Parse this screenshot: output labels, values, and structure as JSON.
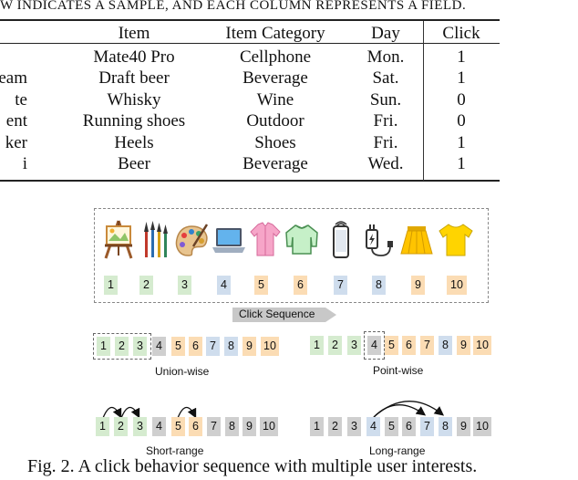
{
  "table": {
    "caption": "W INDICATES A SAMPLE, AND EACH COLUMN REPRESENTS A FIELD.",
    "headers": [
      "Item",
      "Item Category",
      "Day",
      "Click"
    ],
    "rows": [
      [
        "",
        "Mate40 Pro",
        "Cellphone",
        "Mon.",
        "1"
      ],
      [
        "eam",
        "Draft beer",
        "Beverage",
        "Sat.",
        "1"
      ],
      [
        "te",
        "Whisky",
        "Wine",
        "Sun.",
        "0"
      ],
      [
        "ent",
        "Running shoes",
        "Outdoor",
        "Fri.",
        "0"
      ],
      [
        "ker",
        "Heels",
        "Shoes",
        "Fri.",
        "1"
      ],
      [
        "i",
        "Beer",
        "Beverage",
        "Wed.",
        "1"
      ]
    ]
  },
  "figure": {
    "icons": [
      "easel-icon",
      "paintbrushes-icon",
      "palette-icon",
      "laptop-icon",
      "pink-shirt-icon",
      "green-sweater-icon",
      "cellphone-icon",
      "charger-icon",
      "yellow-skirt-icon",
      "yellow-tshirt-icon"
    ],
    "sequence_numbers": [
      "1",
      "2",
      "3",
      "4",
      "5",
      "6",
      "7",
      "8",
      "9",
      "10"
    ],
    "click_sequence_label": "Click Sequence",
    "union_label": "Union-wise",
    "point_label": "Point-wise",
    "short_label": "Short-range",
    "long_label": "Long-range",
    "colors": {
      "green": "#d5ebcf",
      "blue": "#cfdded",
      "orange": "#fbdcb4",
      "gray": "#cfcfcf"
    }
  },
  "caption": "Fig. 2.  A click behavior sequence with multiple user interests."
}
